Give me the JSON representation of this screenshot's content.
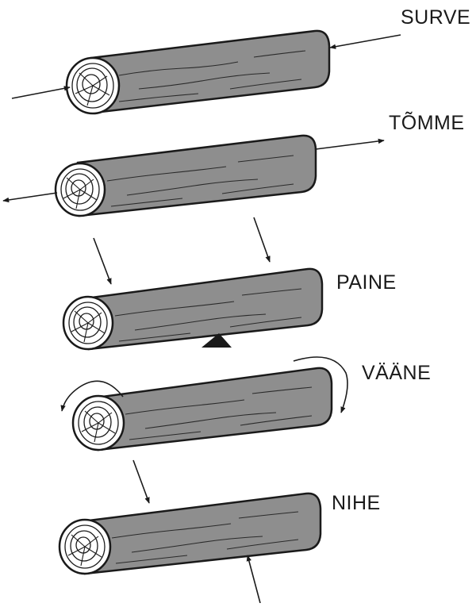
{
  "labels": {
    "surve": "SURVE",
    "tomme": "TÕMME",
    "paine": "PAINE",
    "vaane": "VÄÄNE",
    "nihe": "NIHE"
  },
  "colors": {
    "log_fill": "#8e8e8e",
    "ink": "#1a1a1a",
    "end_face": "#ffffff"
  }
}
